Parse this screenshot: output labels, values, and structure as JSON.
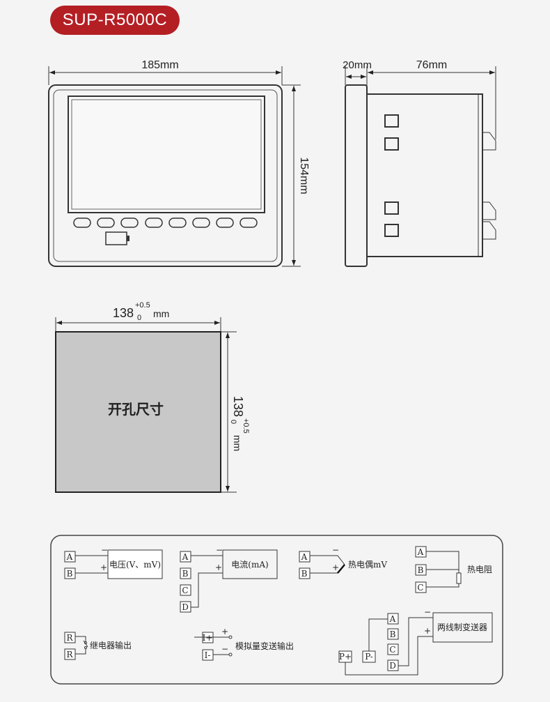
{
  "title": "SUP-R5000C",
  "front": {
    "width_label": "185mm",
    "height_label": "154mm"
  },
  "side": {
    "panel_label": "20mm",
    "depth_label": "76mm"
  },
  "cutout": {
    "size": "138",
    "tol_plus": "+0.5",
    "tol_zero": "0",
    "unit": "mm",
    "label": "开孔尺寸"
  },
  "wiring": {
    "voltage": {
      "label": "电压(V、mV)",
      "terms": [
        "A",
        "B"
      ]
    },
    "current": {
      "label": "电流(mA)",
      "terms": [
        "A",
        "B",
        "C",
        "D"
      ]
    },
    "thermocouple": {
      "label": "热电偶mV",
      "terms": [
        "A",
        "B"
      ]
    },
    "rtd": {
      "label": "热电阻",
      "terms": [
        "A",
        "B",
        "C"
      ]
    },
    "relay": {
      "label": "继电器输出",
      "terms": [
        "R",
        "R"
      ]
    },
    "analog": {
      "label": "模拟量变送输出",
      "terms": [
        "I+",
        "I-"
      ]
    },
    "two_wire": {
      "label": "两线制变送器",
      "terms": [
        "A",
        "B",
        "C",
        "D"
      ],
      "power": [
        "P+",
        "P-"
      ]
    },
    "minus": "−",
    "plus": "+"
  }
}
